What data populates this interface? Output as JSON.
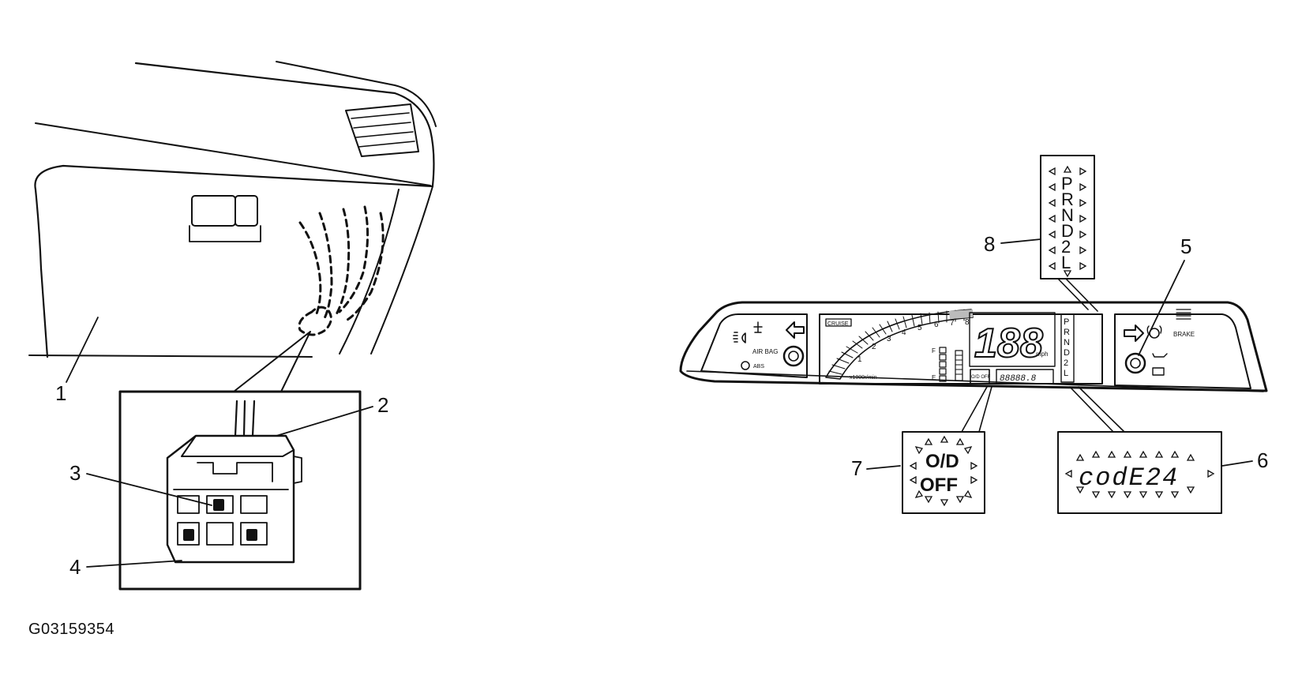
{
  "figure_id": "G03159354",
  "callouts": {
    "c1": "1",
    "c2": "2",
    "c3": "3",
    "c4": "4",
    "c5": "5",
    "c6": "6",
    "c7": "7",
    "c8": "8"
  },
  "cluster": {
    "airbag": "AIR BAG",
    "abs": "ABS",
    "brake": "BRAKE",
    "cruise": "CRUISE",
    "tach_unit": "x1000r/min",
    "tach_ticks": [
      "1",
      "2",
      "3",
      "4",
      "5",
      "6",
      "7",
      "8"
    ],
    "speed_digits": "188",
    "speed_unit": "mph",
    "odometer": "88888.8",
    "od_off": "O/D OFF",
    "gear_letters": [
      "P",
      "R",
      "N",
      "D",
      "2",
      "L"
    ],
    "fuel_f": "F",
    "fuel_e": "E"
  },
  "detail_od": {
    "line1": "O/D",
    "line2": "OFF"
  },
  "detail_code": {
    "text": "codE24"
  },
  "detail_gear": {
    "letters": [
      "P",
      "R",
      "N",
      "D",
      "2",
      "L"
    ]
  }
}
